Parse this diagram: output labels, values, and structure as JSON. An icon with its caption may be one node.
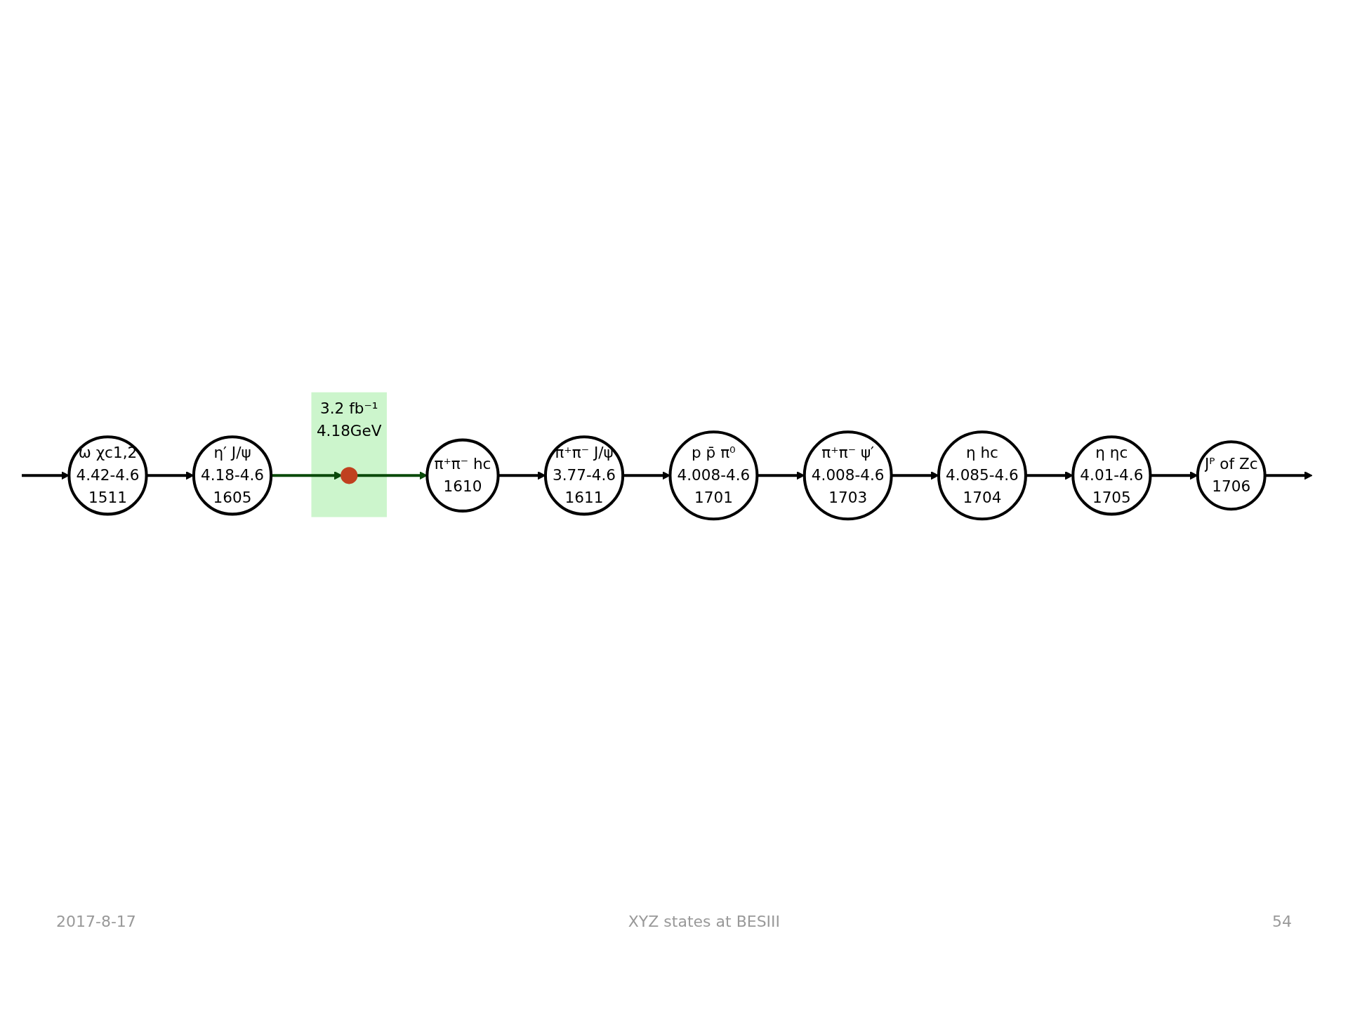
{
  "diagram": {
    "nodes": [
      {
        "text": [
          "ω χc1,2",
          "4.42-4.6",
          "1511"
        ]
      },
      {
        "text": [
          "η′ J/ψ",
          "4.18-4.6",
          "1605"
        ]
      },
      {
        "text": [
          "3.2 fb⁻¹",
          "4.18GeV"
        ]
      },
      {
        "text": [],
        "shape": "circle",
        "in": 2
      },
      {
        "text": [
          "π⁺π⁻ hc",
          "1610"
        ]
      },
      {
        "text": [
          "π⁺π⁻ J/ψ",
          "3.77-4.6",
          "1611"
        ]
      },
      {
        "text": [
          "p p̄ π⁰",
          "4.008-4.6",
          "1701"
        ]
      },
      {
        "text": [
          "π⁺π⁻ ψ′",
          "4.008-4.6",
          "1703"
        ]
      },
      {
        "text": [
          "η hc",
          "4.085-4.6",
          "1704"
        ]
      },
      {
        "text": [
          "η ηc",
          "4.01-4.6",
          "1705"
        ]
      },
      {
        "text": [
          "Jᴾ of Zc",
          "1706"
        ]
      }
    ],
    "edges": [
      {
        "from": null,
        "to": 0,
        "arrow": "to"
      },
      {
        "from": 0,
        "to": 1,
        "arrow": "to"
      },
      {
        "from": 1,
        "to": 3,
        "arrow": "to",
        "color": "#0a4a0a"
      },
      {
        "from": 3,
        "to": 4,
        "arrow": "to",
        "color": "#0a4a0a"
      },
      {
        "from": 4,
        "to": 5,
        "arrow": "to"
      },
      {
        "from": 5,
        "to": 6,
        "arrow": "to"
      },
      {
        "from": 6,
        "to": 7,
        "arrow": "to"
      },
      {
        "from": 7,
        "to": 8,
        "arrow": "to"
      },
      {
        "from": 8,
        "to": 9,
        "arrow": "to"
      },
      {
        "from": 9,
        "to": 10,
        "arrow": "to"
      },
      {
        "from": 10,
        "to": null,
        "arrow": "to"
      }
    ],
    "labels": [
      "2017-8-17",
      "XYZ states at BESIII",
      "54"
    ]
  }
}
